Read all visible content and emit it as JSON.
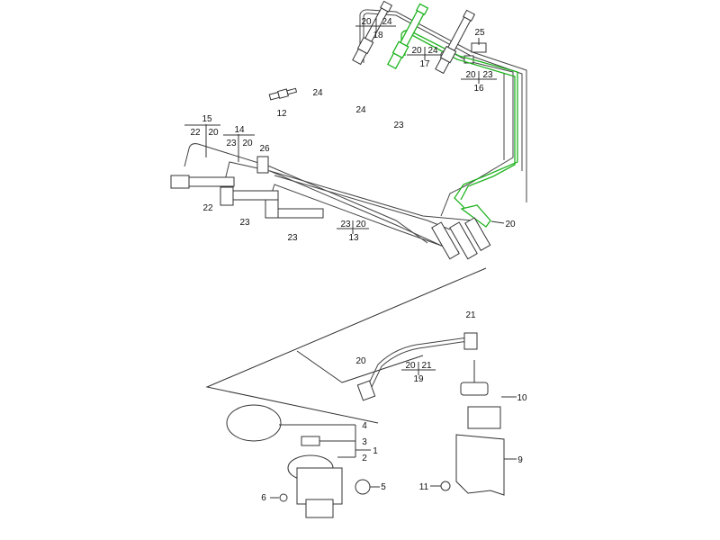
{
  "diagram": {
    "highlight_color": "#1fb31f",
    "callouts": [
      "20",
      "24",
      "18",
      "25",
      "20",
      "24",
      "17",
      "20",
      "23",
      "16",
      "24",
      "24",
      "23",
      "12",
      "15",
      "22",
      "20",
      "14",
      "23",
      "20",
      "26",
      "22",
      "23",
      "23",
      "23",
      "20",
      "13",
      "20",
      "21",
      "20",
      "21",
      "19",
      "20",
      "10",
      "9",
      "11",
      "4",
      "3",
      "2",
      "1",
      "5",
      "6"
    ]
  }
}
